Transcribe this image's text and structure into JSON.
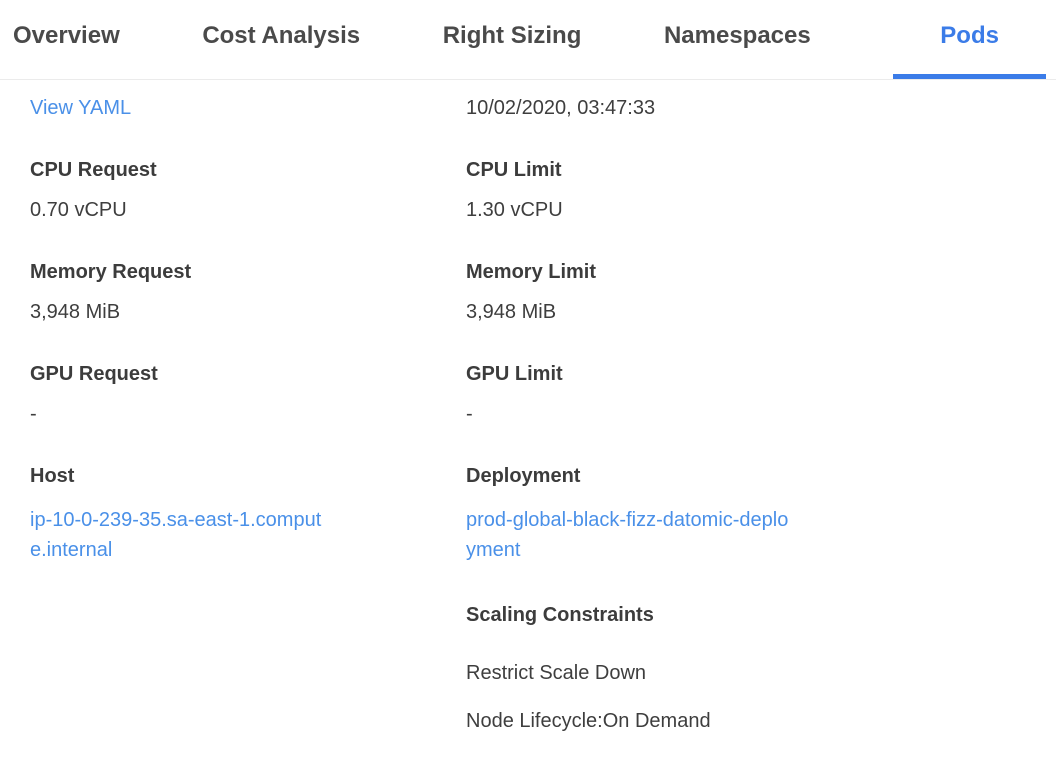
{
  "header": {
    "tabs": [
      {
        "label": "Overview"
      },
      {
        "label": "Cost Analysis"
      },
      {
        "label": "Right Sizing"
      },
      {
        "label": "Namespaces"
      },
      {
        "label": "Pods"
      }
    ],
    "active_tab": "Pods"
  },
  "pod_details": {
    "view_yaml": "View YAML",
    "updated_at": "10/02/2020, 03:47:33",
    "cpu_request": {
      "label": "CPU Request",
      "value": "0.70 vCPU"
    },
    "cpu_limit": {
      "label": "CPU Limit",
      "value": "1.30 vCPU"
    },
    "memory_request": {
      "label": "Memory Request",
      "value": "3,948 MiB"
    },
    "memory_limit": {
      "label": "Memory Limit",
      "value": "3,948 MiB"
    },
    "gpu_request": {
      "label": "GPU Request",
      "value": "-"
    },
    "gpu_limit": {
      "label": "GPU Limit",
      "value": "-"
    },
    "host": {
      "label": "Host",
      "value": "ip-10-0-239-35.sa-east-1.compute.internal"
    },
    "deployment": {
      "label": "Deployment",
      "value": "prod-global-black-fizz-datomic-deployment"
    },
    "scaling_constraints": {
      "title": "Scaling Constraints",
      "items": [
        "Restrict Scale Down",
        "Node Lifecycle:On Demand"
      ]
    }
  },
  "colors": {
    "accent": "#3b7ce8",
    "link": "#4a90e8",
    "text": "#3e3e3e",
    "divider": "#ebebeb"
  }
}
